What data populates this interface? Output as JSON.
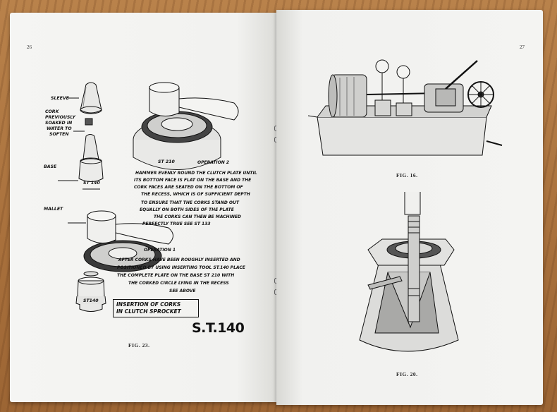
{
  "left_page": {
    "page_number": "26",
    "labels": {
      "sleeve": "SLEEVE",
      "cork_1": "CORK",
      "cork_2": "PREVIOUSLY",
      "cork_3": "SOAKED IN",
      "cork_4": "WATER TO",
      "cork_5": "SOFTEN",
      "base": "BASE",
      "mallet": "MALLET",
      "st210": "ST 210",
      "st140_top": "ST 140",
      "st140_bottom": "ST140"
    },
    "operation_2": {
      "title": "OPERATION 2",
      "lines": [
        "HAMMER EVENLY ROUND THE CLUTCH PLATE UNTIL",
        "ITS BOTTOM FACE IS FLAT ON THE BASE AND THE",
        "CORK FACES ARE SEATED ON THE BOTTOM OF",
        "THE RECESS, WHICH IS OF SUFFICIENT DEPTH",
        "TO ENSURE THAT THE CORKS STAND OUT",
        "EQUALLY ON BOTH SIDES OF THE PLATE",
        "THE CORKS CAN THEN BE MACHINED",
        "PERFECTLY TRUE SEE ST 133"
      ]
    },
    "operation_1": {
      "title": "OPERATION 1",
      "lines": [
        "AFTER CORKS HAVE BEEN ROUGHLY INSERTED AND",
        "POSITIONED BY USING INSERTING TOOL ST.140 PLACE",
        "THE COMPLETE PLATE ON THE BASE ST 210  WITH",
        "THE CORKED CIRCLE LYING IN THE RECESS",
        "SEE ABOVE"
      ]
    },
    "title_box": {
      "line1": "INSERTION OF CORKS",
      "line2": "IN CLUTCH SPROCKET"
    },
    "tool_number": "S.T.140",
    "caption": "FIG. 23."
  },
  "right_page": {
    "page_number": "27",
    "caption_top": "FIG. 16.",
    "caption_bottom": "FIG. 20."
  }
}
